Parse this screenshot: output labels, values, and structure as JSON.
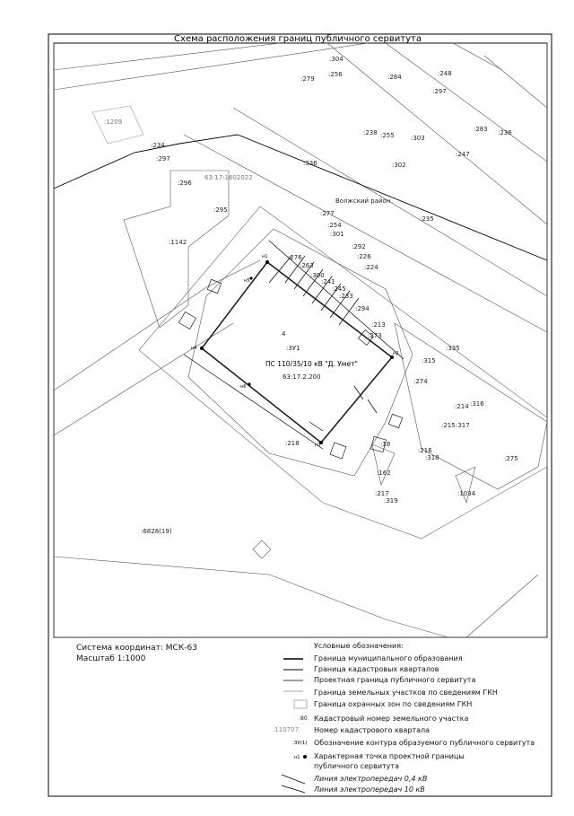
{
  "title": "Схема расположения границ публичного сервитута",
  "district_label": "Волжский район",
  "quarter_label": "63:17:1602022",
  "substation": {
    "name": "ПС 110/35/10 кВ \"Д. Умет\"",
    "number": "63:17.2.200",
    "contour_number": "4",
    "contour_code": ":ЗУ1"
  },
  "parcels": [
    {
      "id": "p1209",
      "text": ":1209"
    },
    {
      "id": "p304",
      "text": ":304"
    },
    {
      "id": "p279",
      "text": ":279"
    },
    {
      "id": "p256",
      "text": ":256"
    },
    {
      "id": "p284",
      "text": ":284"
    },
    {
      "id": "p248",
      "text": ":248"
    },
    {
      "id": "p297a",
      "text": ":297"
    },
    {
      "id": "p234",
      "text": ":234"
    },
    {
      "id": "p297b",
      "text": ":297"
    },
    {
      "id": "p336",
      "text": ":336"
    },
    {
      "id": "p296",
      "text": ":296"
    },
    {
      "id": "p295",
      "text": ":295"
    },
    {
      "id": "p1142",
      "text": ":1142"
    },
    {
      "id": "p235",
      "text": ":235"
    },
    {
      "id": "p303",
      "text": ":303"
    },
    {
      "id": "p302",
      "text": ":302"
    },
    {
      "id": "p283",
      "text": ":283"
    },
    {
      "id": "p236",
      "text": ":236"
    },
    {
      "id": "p247",
      "text": ":247"
    },
    {
      "id": "p238",
      "text": ":238"
    },
    {
      "id": "p255",
      "text": ":255"
    },
    {
      "id": "p277",
      "text": ":277"
    },
    {
      "id": "p254",
      "text": ":254"
    },
    {
      "id": "p301",
      "text": ":301"
    },
    {
      "id": "p292",
      "text": ":292"
    },
    {
      "id": "p226",
      "text": ":226"
    },
    {
      "id": "p224",
      "text": ":224"
    },
    {
      "id": "p276",
      "text": ":276"
    },
    {
      "id": "p263",
      "text": ":263"
    },
    {
      "id": "p300",
      "text": ":300"
    },
    {
      "id": "p241",
      "text": ":241"
    },
    {
      "id": "p245",
      "text": ":245"
    },
    {
      "id": "p233",
      "text": ":233"
    },
    {
      "id": "p294",
      "text": ":294"
    },
    {
      "id": "p273",
      "text": ":273"
    },
    {
      "id": "p213",
      "text": ":213"
    },
    {
      "id": "p335",
      "text": ":335"
    },
    {
      "id": "p315",
      "text": ":315"
    },
    {
      "id": "p274",
      "text": ":274"
    },
    {
      "id": "p214",
      "text": ":214"
    },
    {
      "id": "p316",
      "text": ":316"
    },
    {
      "id": "p215",
      "text": ":215"
    },
    {
      "id": "p317",
      "text": ":317"
    },
    {
      "id": "p218",
      "text": ":218"
    },
    {
      "id": "p18",
      "text": ":18"
    },
    {
      "id": "p216",
      "text": ":216"
    },
    {
      "id": "p318",
      "text": ":318"
    },
    {
      "id": "p275",
      "text": ":275"
    },
    {
      "id": "p162",
      "text": ":162"
    },
    {
      "id": "p217",
      "text": ":217"
    },
    {
      "id": "p319",
      "text": ":319"
    },
    {
      "id": "p1034",
      "text": ":1034"
    },
    {
      "id": "p6828",
      "text": ":6828(19)"
    }
  ],
  "footer": {
    "coord_system": "Система координат: МСК-63",
    "scale": "Масштаб 1:1000"
  },
  "legend": {
    "title": "Условные обозначения:",
    "items": [
      {
        "key": "municipal",
        "text": "Граница муниципального образования"
      },
      {
        "key": "cadastral_quarters",
        "text": "Граница кадастровых кварталов"
      },
      {
        "key": "servitude_border",
        "text": "Проектная граница публичного сервитута"
      },
      {
        "key": "land_plots",
        "text": "Граница земельных участков по сведениям ГКН"
      },
      {
        "key": "protection_zones",
        "text": "Граница охранных зон по сведениям ГКН"
      },
      {
        "key": "parcel_number",
        "sample": ":80",
        "text": "Кадастровый номер земельного участка"
      },
      {
        "key": "quarter_number",
        "sample": ":110707",
        "text": "Номер кадастрового квартала"
      },
      {
        "key": "contour",
        "sample": ":ЗУ(1)",
        "text": "Обозначение контура образуемого публичного сервитута"
      },
      {
        "key": "point",
        "sample": "н1",
        "text_line1": "Характерная точка проектной границы",
        "text_line2": "публичного сервитута"
      },
      {
        "key": "line04",
        "text": "Линия электропередач 0,4 кВ"
      },
      {
        "key": "line10",
        "text": "Линия электропередач 10 кВ"
      }
    ]
  }
}
